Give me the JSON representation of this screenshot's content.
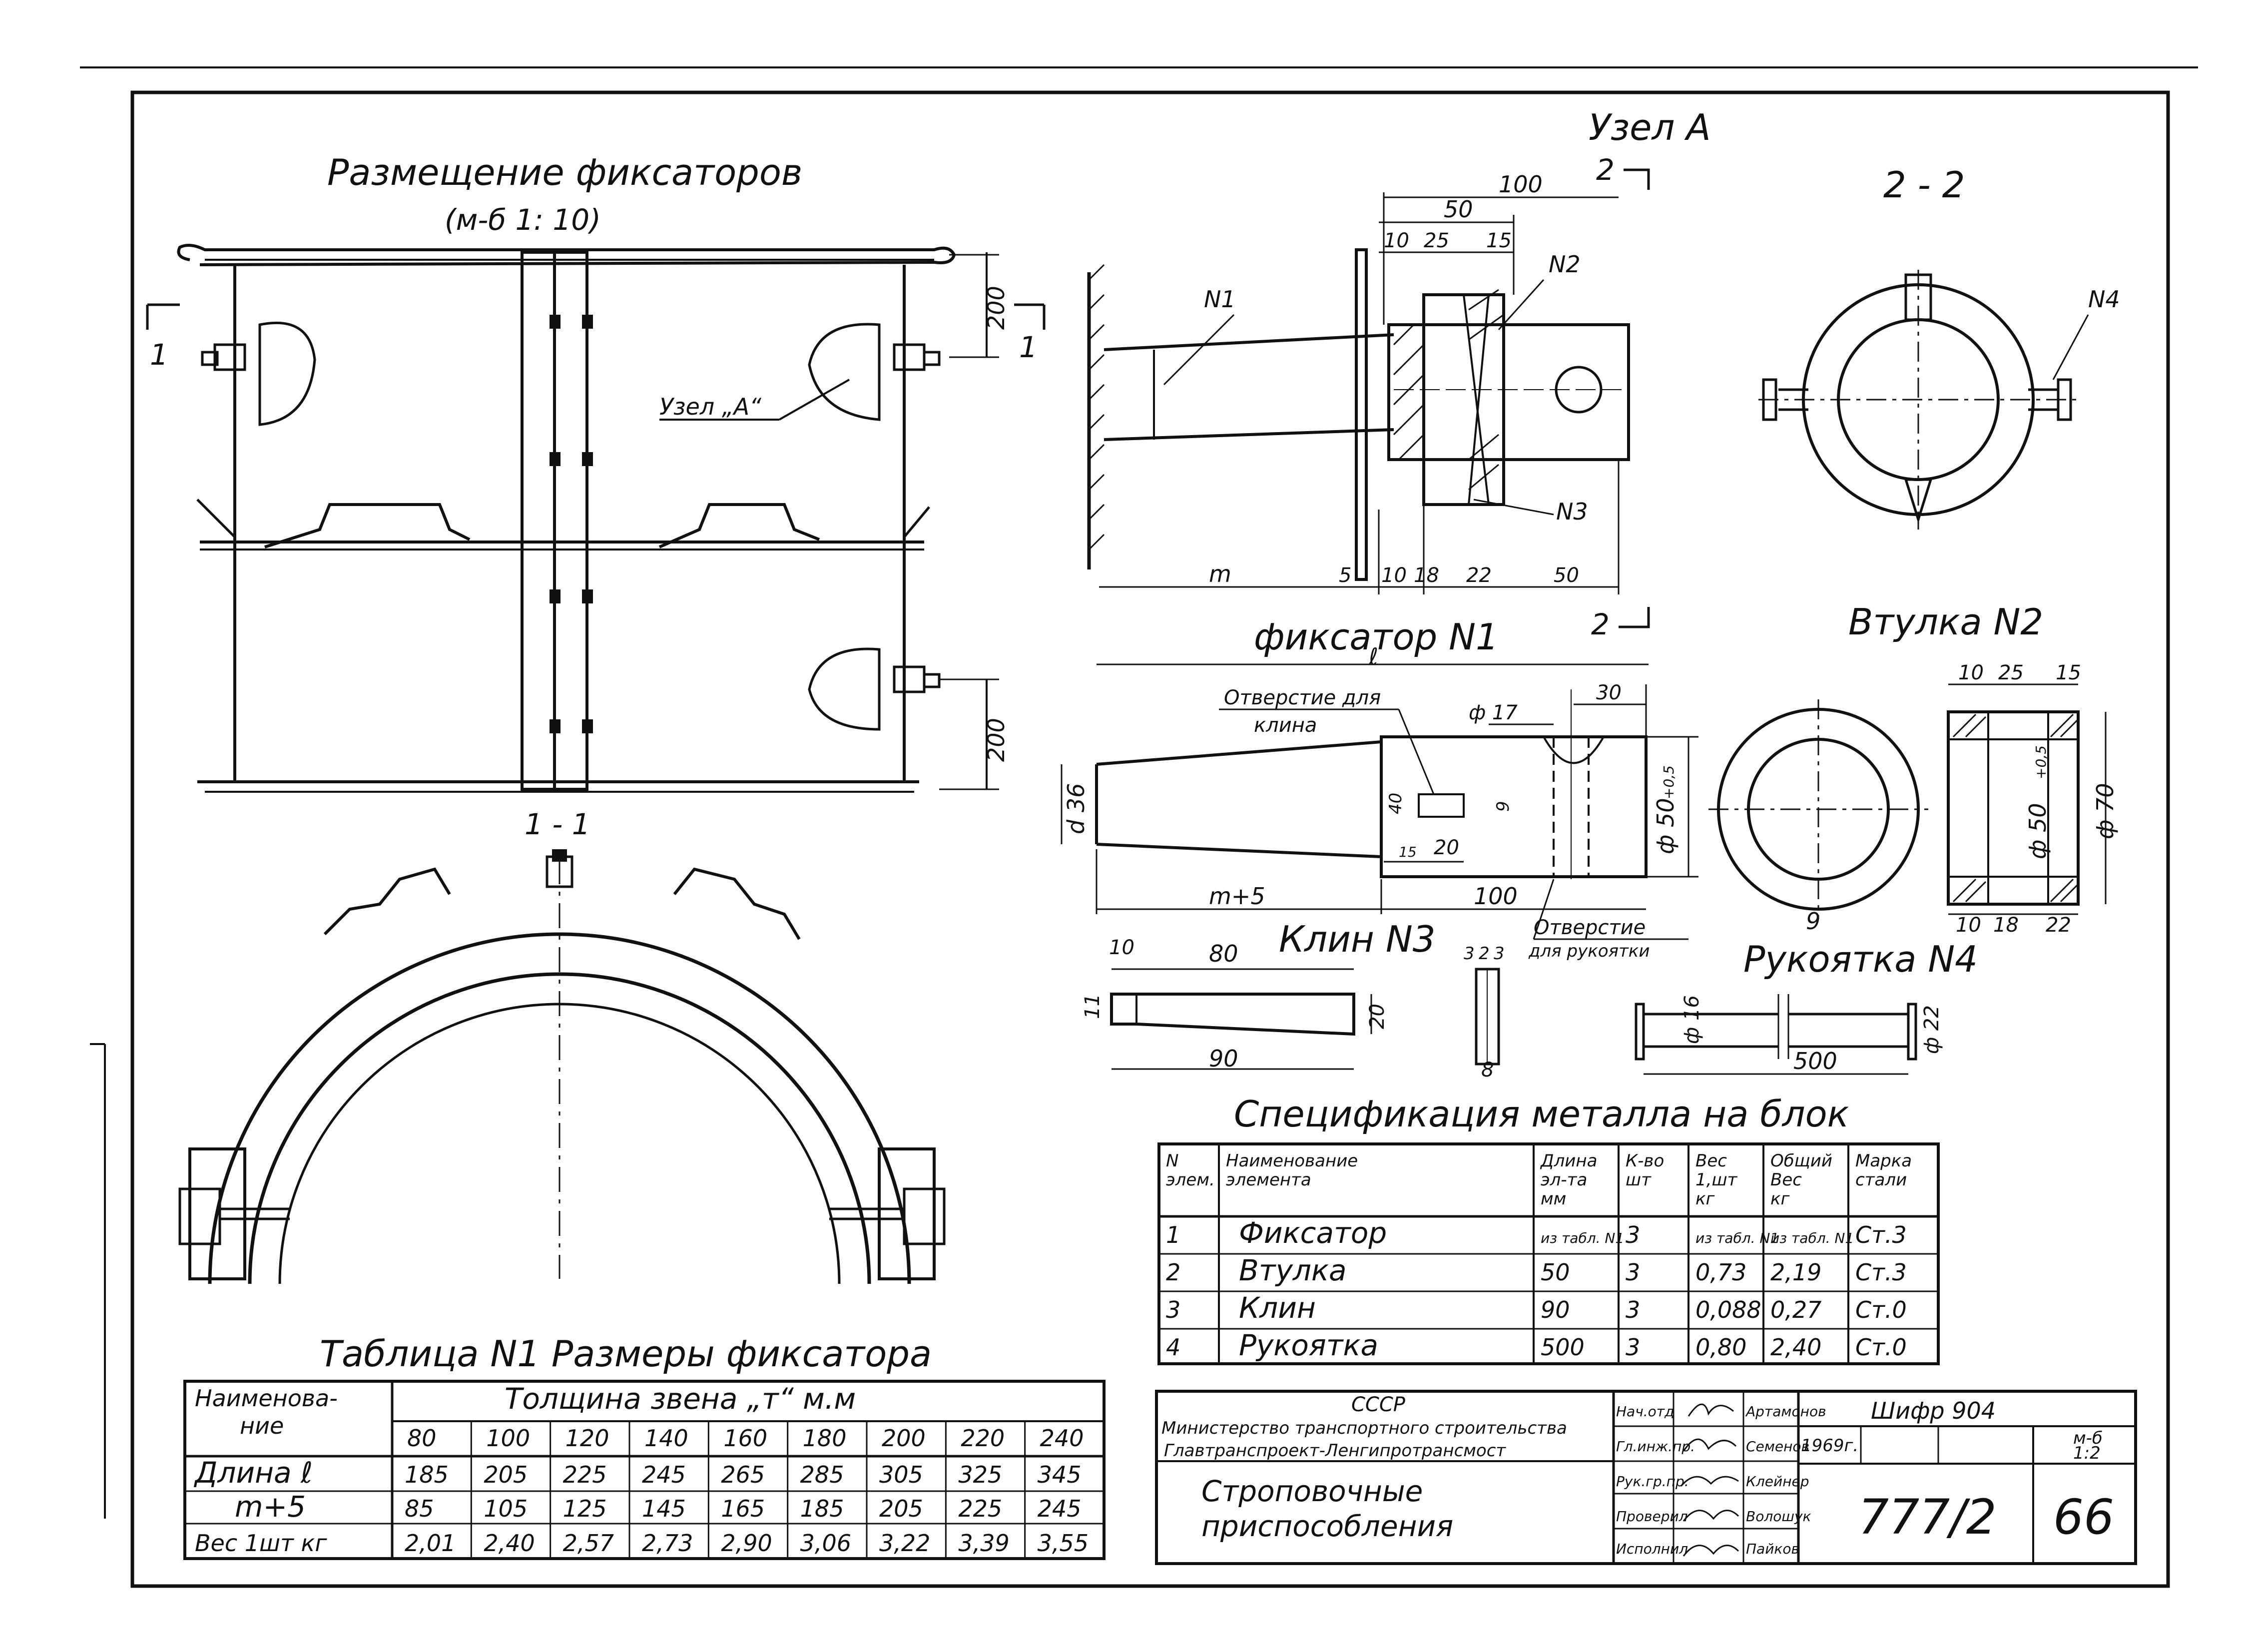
{
  "placement": {
    "title": "Размещение фиксаторов",
    "scale": "(м-б 1: 10)",
    "node_callout": "Узел „А“",
    "section_mark": "1",
    "dim_top": "200",
    "dim_bottom": "200"
  },
  "section_1_1": {
    "title": "1 - 1"
  },
  "node_a": {
    "title": "Узел А",
    "part_n1": "N1",
    "part_n2": "N2",
    "part_n3": "N3",
    "cut_mark": "2",
    "dims_top": [
      "100",
      "50",
      "10",
      "25",
      "15"
    ],
    "dims_bottom": [
      "m",
      "5",
      "10",
      "18",
      "22",
      "50"
    ]
  },
  "section_2_2": {
    "title": "2 - 2",
    "part_n4": "N4"
  },
  "fixator": {
    "title": "фиксатор N1",
    "subscript": "ℓ",
    "hole_wedge": [
      "Отверстие для",
      "клина"
    ],
    "hole_handle": [
      "Отверстие",
      "для рукоятки"
    ],
    "dims": [
      "ф 17",
      "30",
      "d 36",
      "40",
      "9",
      "15",
      "20",
      "ф 50",
      "+0,5",
      "m+5",
      "100"
    ]
  },
  "sleeve": {
    "title": "Втулка N2",
    "dims_top": [
      "10",
      "25",
      "15"
    ],
    "dims_bottom": [
      "10",
      "18",
      "22"
    ],
    "dim_bore": "ф 50",
    "dim_bore_tol": "+0,5",
    "dim_outer": "ф 70",
    "dim_wall": "9"
  },
  "wedge": {
    "title": "Клин N3",
    "dims": [
      "10",
      "80",
      "11",
      "20",
      "90"
    ],
    "side_dims": [
      "3",
      "2",
      "3",
      "8"
    ]
  },
  "handle": {
    "title": "Рукоятка N4",
    "dims": [
      "ф 16",
      "500",
      "ф 22"
    ]
  },
  "spec": {
    "title": "Спецификация металла на блок",
    "headers": [
      [
        "N",
        "элем."
      ],
      [
        "Наименование",
        "элемента"
      ],
      [
        "Длина",
        "эл-та",
        "мм"
      ],
      [
        "К-во",
        "шт"
      ],
      [
        "Вес",
        "1,шт",
        "кг"
      ],
      [
        "Общий",
        "Вес",
        "кг"
      ],
      [
        "Марка",
        "стали"
      ]
    ],
    "rows": [
      [
        "1",
        "Фиксатор",
        "из табл. N1",
        "3",
        "из табл. N1",
        "из табл. N1",
        "Ст.3"
      ],
      [
        "2",
        "Втулка",
        "50",
        "3",
        "0,73",
        "2,19",
        "Ст.3"
      ],
      [
        "3",
        "Клин",
        "90",
        "3",
        "0,088",
        "0,27",
        "Ст.0"
      ],
      [
        "4",
        "Рукоятка",
        "500",
        "3",
        "0,80",
        "2,40",
        "Ст.0"
      ]
    ]
  },
  "table1": {
    "title": "Таблица N1 Размеры фиксатора",
    "header_left": [
      "Наименова-",
      "ние"
    ],
    "header_group": "Толщина звена „т“ м.м",
    "thickness": [
      "80",
      "100",
      "120",
      "140",
      "160",
      "180",
      "200",
      "220",
      "240"
    ],
    "rows": [
      {
        "label": "Длина  ℓ",
        "values": [
          "185",
          "205",
          "225",
          "245",
          "265",
          "285",
          "305",
          "325",
          "345"
        ]
      },
      {
        "label": "m+5",
        "values": [
          "85",
          "105",
          "125",
          "145",
          "165",
          "185",
          "205",
          "225",
          "245"
        ]
      },
      {
        "label": "Вес 1шт кг",
        "values": [
          "2,01",
          "2,40",
          "2,57",
          "2,73",
          "2,90",
          "3,06",
          "3,22",
          "3,39",
          "3,55"
        ]
      }
    ]
  },
  "title_block": {
    "org": [
      "СССР",
      "Министерство транспортного строительства",
      "Главтранспроект-Ленгипротрансмост"
    ],
    "roles": [
      "Нач.отд",
      "Гл.инж.пр.",
      "Рук.гр.пр.",
      "Проверил",
      "Исполнил"
    ],
    "names": [
      "Артамонов",
      "Семенов",
      "Клейнер",
      "Волошук",
      "Пайков"
    ],
    "code": "Шифр 904",
    "year": "1969г.",
    "scale": [
      "м-б",
      "1:2"
    ],
    "drawing_title": [
      "Строповочные",
      "приспособления"
    ],
    "drawing_number": "777/2",
    "sheet": "66"
  }
}
